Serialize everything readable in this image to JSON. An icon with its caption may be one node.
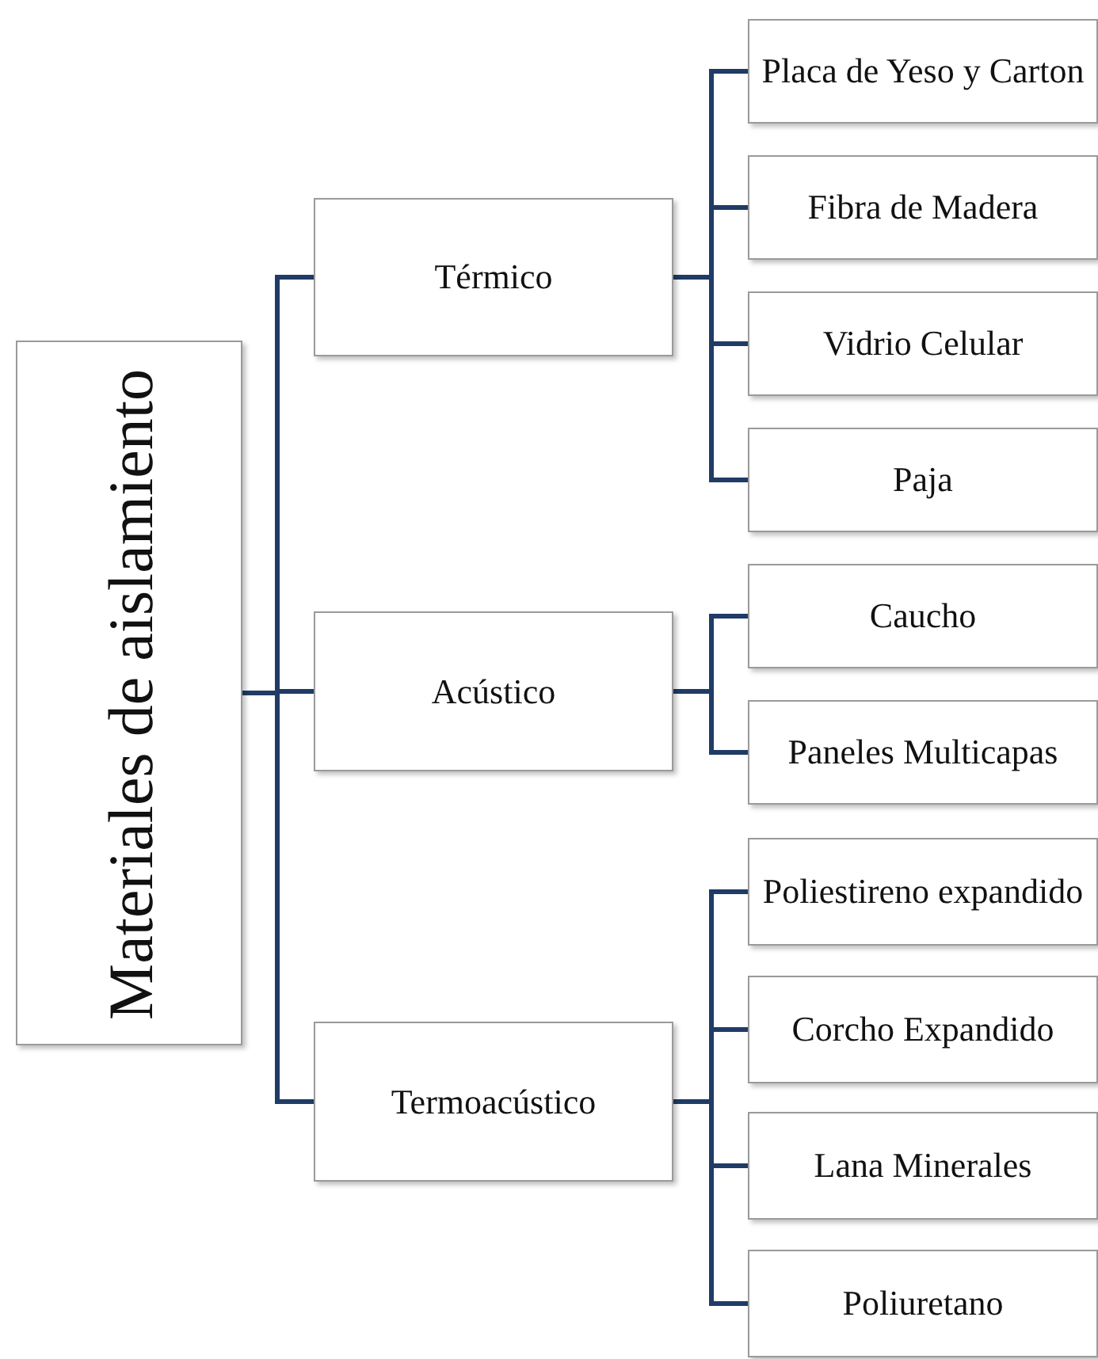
{
  "diagram": {
    "nodes": [
      {
        "text": [
          "Materiales de aislamiento"
        ]
      },
      {
        "text": [
          "Térmico"
        ]
      },
      {
        "text": [
          "Placa de Yeso y Carton"
        ]
      },
      {
        "text": [
          "Fibra de Madera"
        ]
      },
      {
        "text": [
          "Vidrio Celular"
        ]
      },
      {
        "text": [
          "Paja"
        ]
      },
      {
        "text": [
          "Acústico"
        ]
      },
      {
        "text": [
          "Caucho"
        ]
      },
      {
        "text": [
          "Paneles Multicapas"
        ]
      },
      {
        "text": [
          "Termoacústico"
        ]
      },
      {
        "text": [
          "Poliestireno expandido"
        ]
      },
      {
        "text": [
          "Corcho Expandido"
        ]
      },
      {
        "text": [
          "Lana Minerales"
        ]
      },
      {
        "text": [
          "Poliuretano"
        ]
      }
    ],
    "edges": [
      {
        "from": 0,
        "to": 1,
        "arrow": "none"
      },
      {
        "from": 0,
        "to": 6,
        "arrow": "none"
      },
      {
        "from": 0,
        "to": 9,
        "arrow": "none"
      },
      {
        "from": 1,
        "to": 2,
        "arrow": "none"
      },
      {
        "from": 1,
        "to": 3,
        "arrow": "none"
      },
      {
        "from": 1,
        "to": 4,
        "arrow": "none"
      },
      {
        "from": 1,
        "to": 5,
        "arrow": "none"
      },
      {
        "from": 6,
        "to": 7,
        "arrow": "none"
      },
      {
        "from": 6,
        "to": 8,
        "arrow": "none"
      },
      {
        "from": 9,
        "to": 10,
        "arrow": "none"
      },
      {
        "from": 9,
        "to": 11,
        "arrow": "none"
      },
      {
        "from": 9,
        "to": 12,
        "arrow": "none"
      },
      {
        "from": 9,
        "to": 13,
        "arrow": "none"
      }
    ]
  }
}
